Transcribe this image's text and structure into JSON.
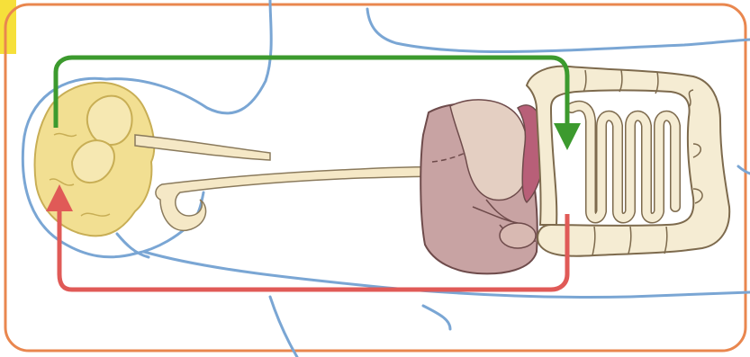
{
  "colors": {
    "frame": "#e9874f",
    "corner": "#f6e03a",
    "body_outline": "#7aa6d4",
    "brain": "#f2df92",
    "brain_outline": "#c8ae55",
    "nerve": "#f5e8c6",
    "nerve_outline": "#8a7a5c",
    "liver": "#c8a3a3",
    "liver_outline": "#6e4b4b",
    "stomach": "#e4cfc2",
    "spleen": "#b85f78",
    "intestine": "#f5ecd3",
    "intestine_outline": "#7d6a4d",
    "arrow_down": "#3c9a2e",
    "arrow_up": "#e05a57"
  },
  "arrows": [
    {
      "name": "brain-to-gut-arrow",
      "direction": "brain-to-gut",
      "color": "green"
    },
    {
      "name": "gut-to-brain-arrow",
      "direction": "gut-to-brain",
      "color": "red"
    }
  ]
}
